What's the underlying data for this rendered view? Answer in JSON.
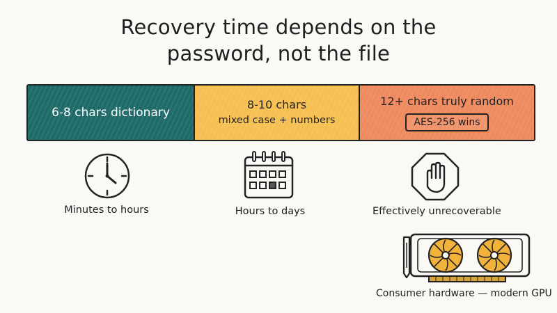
{
  "title": {
    "line1": "Recovery time depends on the",
    "line2": "password, not the file"
  },
  "segments": [
    {
      "label": "6-8 chars dictionary",
      "color": "#1e6b6a"
    },
    {
      "label": "8-10 chars",
      "sublabel": "mixed case + numbers",
      "color": "#f6bf52"
    },
    {
      "label": "12+ chars truly random",
      "badge": "AES-256 wins",
      "color": "#ef8a5e"
    }
  ],
  "outcomes": [
    {
      "icon": "clock-icon",
      "caption": "Minutes to hours"
    },
    {
      "icon": "calendar-icon",
      "caption": "Hours to days"
    },
    {
      "icon": "stop-hand-icon",
      "caption": "Effectively unrecoverable"
    }
  ],
  "gpu": {
    "icon": "gpu-card-icon",
    "caption": "Consumer hardware — modern GPU",
    "fan_color": "#f2b33d"
  }
}
